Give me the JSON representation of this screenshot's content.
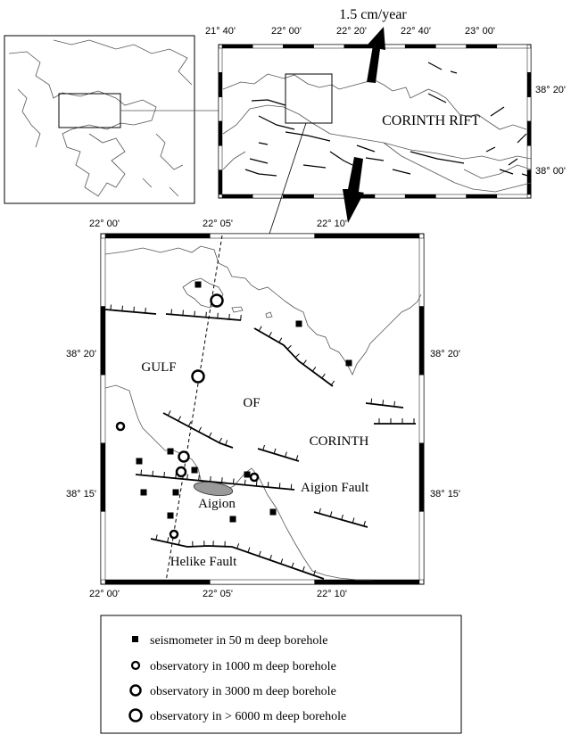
{
  "overview_map": {
    "velocity_label": "1.5 cm/year",
    "region_label": "CORINTH RIFT",
    "lon_ticks": [
      "21° 40'",
      "22° 00'",
      "22° 20'",
      "22° 40'",
      "23° 00'"
    ],
    "lat_ticks": [
      "38° 20'",
      "38° 00'"
    ]
  },
  "detail_map": {
    "lon_ticks": [
      "22° 00'",
      "22° 05'",
      "22° 10'"
    ],
    "lat_ticks": [
      "38° 20'",
      "38° 15'"
    ],
    "labels": {
      "gulf": "GULF",
      "of": "OF",
      "corinth": "CORINTH",
      "aigion_fault": "Aigion Fault",
      "aigion": "Aigion",
      "helike_fault": "Helike Fault"
    },
    "town_color": "#9a9a9a"
  },
  "legend": {
    "items": [
      {
        "symbol": "square",
        "label": "seismometer in  50 m deep borehole"
      },
      {
        "symbol": "circle-small",
        "label": "observatory in 1000 m deep borehole"
      },
      {
        "symbol": "circle-medium",
        "label": "observatory in 3000 m deep borehole"
      },
      {
        "symbol": "circle-large",
        "label": "observatory in > 6000 m deep borehole"
      }
    ]
  }
}
